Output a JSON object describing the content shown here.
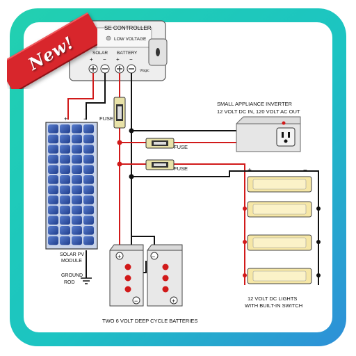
{
  "badge": {
    "label": "New!"
  },
  "colors": {
    "frame_outer": "#1ec9b2",
    "frame_inner": "#2e8fd8",
    "panel": "#2b4fa3",
    "fuse": "#e8e2a8",
    "light": "#f6e7a6",
    "wire_pos": "#d11a1a",
    "wire_neg": "#111111"
  },
  "diagram": {
    "controller_title": "SE CONTROLLER",
    "low_voltage": "LOW VOLTAGE",
    "solar": "SOLAR",
    "battery": "BATTERY",
    "vlogic": "Vlogic",
    "fuse_main": "FUSE",
    "fuse_inverter": "FUSE",
    "fuse_lights": "FUSE",
    "inverter_line1": "SMALL APPLIANCE INVERTER",
    "inverter_line2": "12 VOLT DC IN,  120 VOLT AC OUT",
    "solar_line1": "SOLAR PV",
    "solar_line2": "MODULE",
    "ground_line1": "GROUND",
    "ground_line2": "ROD",
    "batteries": "TWO 6  VOLT DEEP CYCLE BATTERIES",
    "lights_line1": "12 VOLT  DC LIGHTS",
    "lights_line2": "WITH BUILT-IN SWITCH",
    "plus": "+",
    "minus": "−"
  }
}
